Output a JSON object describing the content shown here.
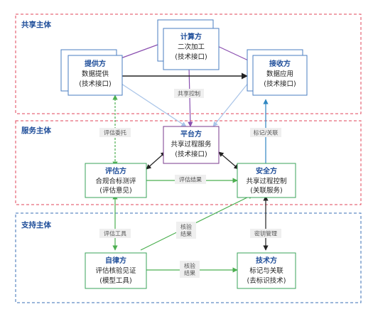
{
  "zones": {
    "sharing": "共享主体",
    "service": "服务主体",
    "support": "支持主体"
  },
  "nodes": {
    "compute": {
      "title": "计算方",
      "lines": [
        "二次加工",
        "(技术接口)"
      ]
    },
    "provider": {
      "title": "提供方",
      "lines": [
        "数据提供",
        "(技术接口)"
      ]
    },
    "receiver": {
      "title": "接收方",
      "lines": [
        "数据应用",
        "(技术接口)"
      ]
    },
    "platform": {
      "title": "平台方",
      "lines": [
        "共享过程服务",
        "(技术接口)"
      ]
    },
    "evaluator": {
      "title": "评估方",
      "lines": [
        "合规合标测评",
        "(评估意见)"
      ]
    },
    "security": {
      "title": "安全方",
      "lines": [
        "共享过程控制",
        "(关联服务)"
      ]
    },
    "self": {
      "title": "自律方",
      "lines": [
        "评估核验见证",
        "(模型工具)"
      ]
    },
    "tech": {
      "title": "技术方",
      "lines": [
        "标记与关联",
        "(去标识技术)"
      ]
    }
  },
  "edge_labels": {
    "share_control": "共享控制",
    "eval_entrust": "评估委托",
    "mark_link": "标记/关联",
    "eval_result": "评估结果",
    "eval_tool": "评估工具",
    "verify_result_diag": [
      "核验",
      "结果"
    ],
    "key_mgmt": "密钥管理",
    "verify_result_bottom": [
      "核验",
      "结果"
    ]
  },
  "colors": {
    "zone_sharing": "#e0445a",
    "zone_service": "#e0445a",
    "zone_support": "#3a6fb5",
    "box_blue": "#4a7ec2",
    "box_purple": "#7a3a8c",
    "box_green": "#3aa35a",
    "arrow_dark": "#222222",
    "arrow_purple": "#8a4fb0",
    "arrow_lightblue": "#a9c4e8",
    "arrow_green": "#4caf50",
    "arrow_teal": "#2e86c1"
  }
}
